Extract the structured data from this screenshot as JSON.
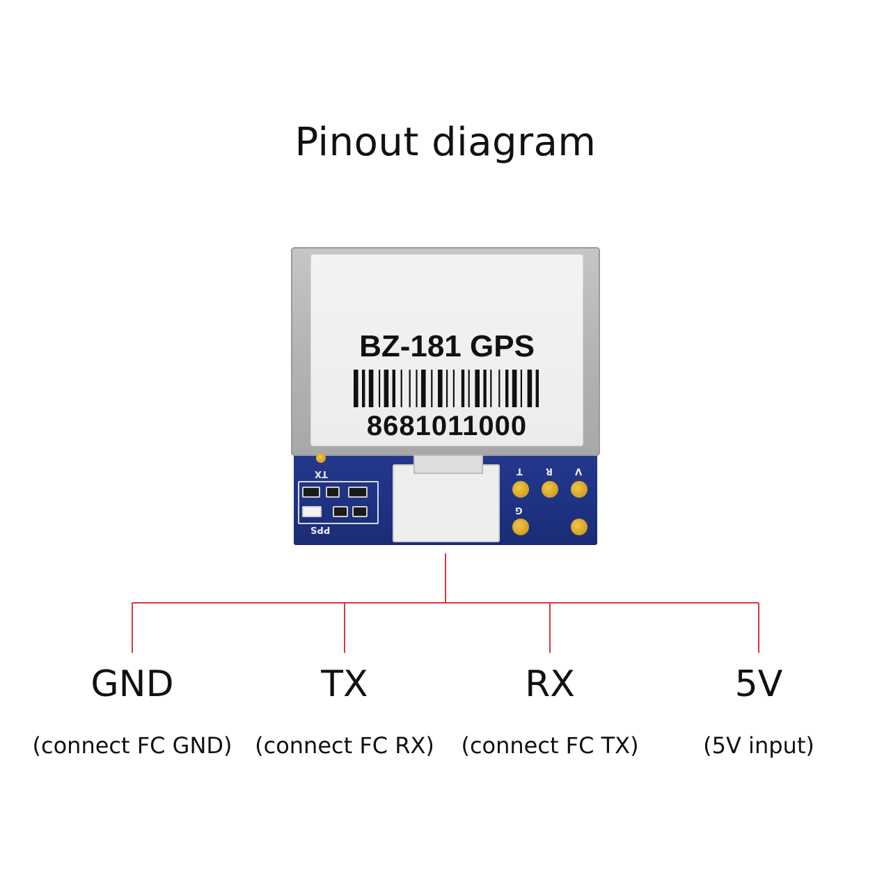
{
  "title": "Pinout diagram",
  "module": {
    "model_label": "BZ-181 GPS",
    "serial_number": "8681011000",
    "silkscreen_tx": "TX",
    "silkscreen_pps": "PPS",
    "pad_labels": [
      "T",
      "R",
      "V",
      "G"
    ]
  },
  "colors": {
    "wire": "#d9363e",
    "pcb": "#21358a",
    "pad": "#e1ad2b"
  },
  "pins": [
    {
      "name": "GND",
      "description": "(connect FC GND)"
    },
    {
      "name": "TX",
      "description": "(connect FC RX)"
    },
    {
      "name": "RX",
      "description": "(connect FC TX)"
    },
    {
      "name": "5V",
      "description": "(5V input)"
    }
  ]
}
